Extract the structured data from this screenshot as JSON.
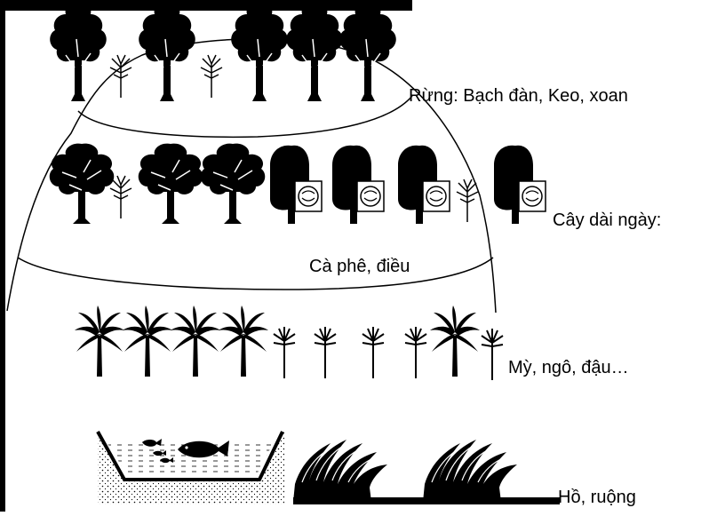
{
  "labels": {
    "forest": "Rừng: Bạch đàn, Keo, xoan",
    "perennial": "Cây dài ngày:",
    "perennial_species": "Cà phê, điều",
    "annual": "Mỳ, ngô, đậu…",
    "pond_field": "Hồ, ruộng"
  },
  "icons": {
    "tree": "deciduous-tree-icon",
    "sapling": "sapling-icon",
    "coffee_tree": "coffee-tree-icon",
    "banana": "banana-plant-icon",
    "cassava": "cassava-plant-icon",
    "pond": "fish-pond-icon",
    "fish": "fish-icon",
    "rice": "rice-field-icon"
  },
  "colors": {
    "ink": "#000000",
    "background": "#ffffff"
  }
}
